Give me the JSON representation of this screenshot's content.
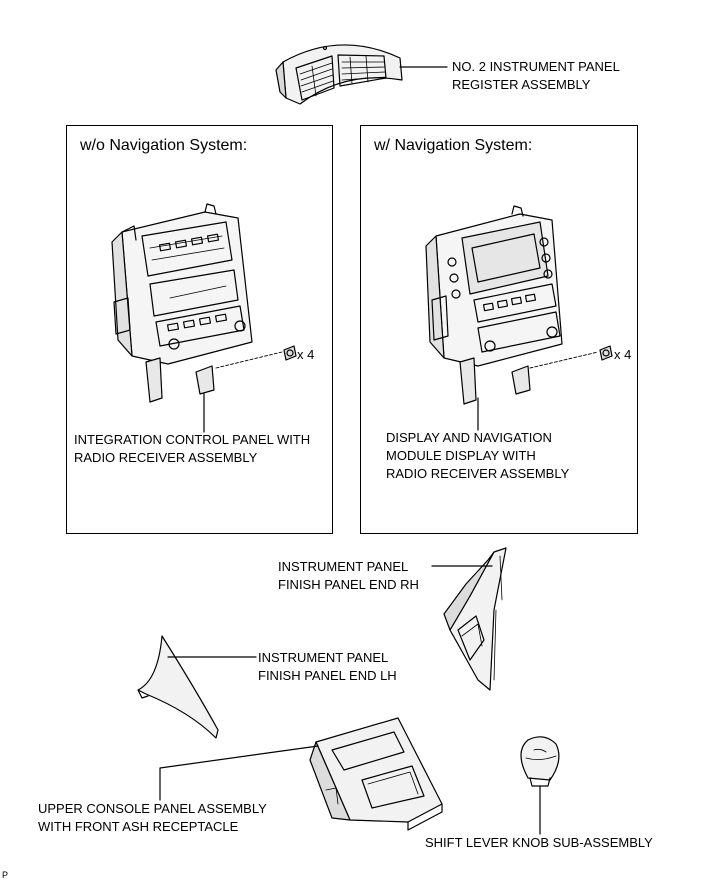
{
  "labels": {
    "register": [
      "NO. 2 INSTRUMENT PANEL",
      "REGISTER ASSEMBLY"
    ],
    "integration": [
      "INTEGRATION CONTROL PANEL WITH",
      "RADIO RECEIVER ASSEMBLY"
    ],
    "display": [
      "DISPLAY AND NAVIGATION",
      "MODULE DISPLAY WITH",
      "RADIO RECEIVER ASSEMBLY"
    ],
    "end_rh": [
      "INSTRUMENT PANEL",
      "FINISH PANEL END RH"
    ],
    "end_lh": [
      "INSTRUMENT PANEL",
      "FINISH PANEL END LH"
    ],
    "console": [
      "UPPER CONSOLE PANEL ASSEMBLY",
      "WITH FRONT ASH RECEPTACLE"
    ],
    "shift": "SHIFT LEVER KNOB SUB-ASSEMBLY"
  },
  "boxes": {
    "without_nav": "w/o Navigation System:",
    "with_nav": "w/ Navigation System:"
  },
  "screw_count_left": "x 4",
  "screw_count_right": "x 4",
  "corner_mark": "P"
}
